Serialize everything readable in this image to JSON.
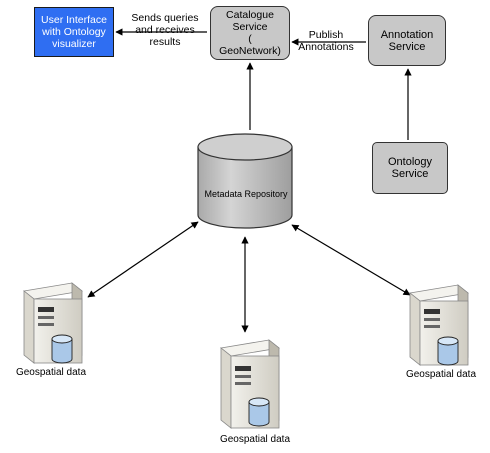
{
  "nodes": {
    "user_interface": {
      "label": "User Interface\nwith Ontology\nvisualizer",
      "color": "#2f6ef2"
    },
    "catalogue": {
      "label": "Catalogue\nService\n(\nGeoNetwork)"
    },
    "annotation": {
      "label": "Annotation\nService"
    },
    "ontology": {
      "label": "Ontology\nService"
    },
    "repository": {
      "label": "Metadata Repository"
    }
  },
  "edges": {
    "queries": "Sends queries\nand receives\nresults",
    "publish": "Publish\nAnnotations"
  },
  "data_sources": [
    {
      "label": "Geospatial data"
    },
    {
      "label": "Geospatial data"
    },
    {
      "label": "Geospatial data"
    }
  ],
  "colors": {
    "service_fill": "#c8c8c8",
    "repository_fill": "#c8c8c8",
    "server_body": "#e6e4dc",
    "disk": "#aac8e8"
  }
}
